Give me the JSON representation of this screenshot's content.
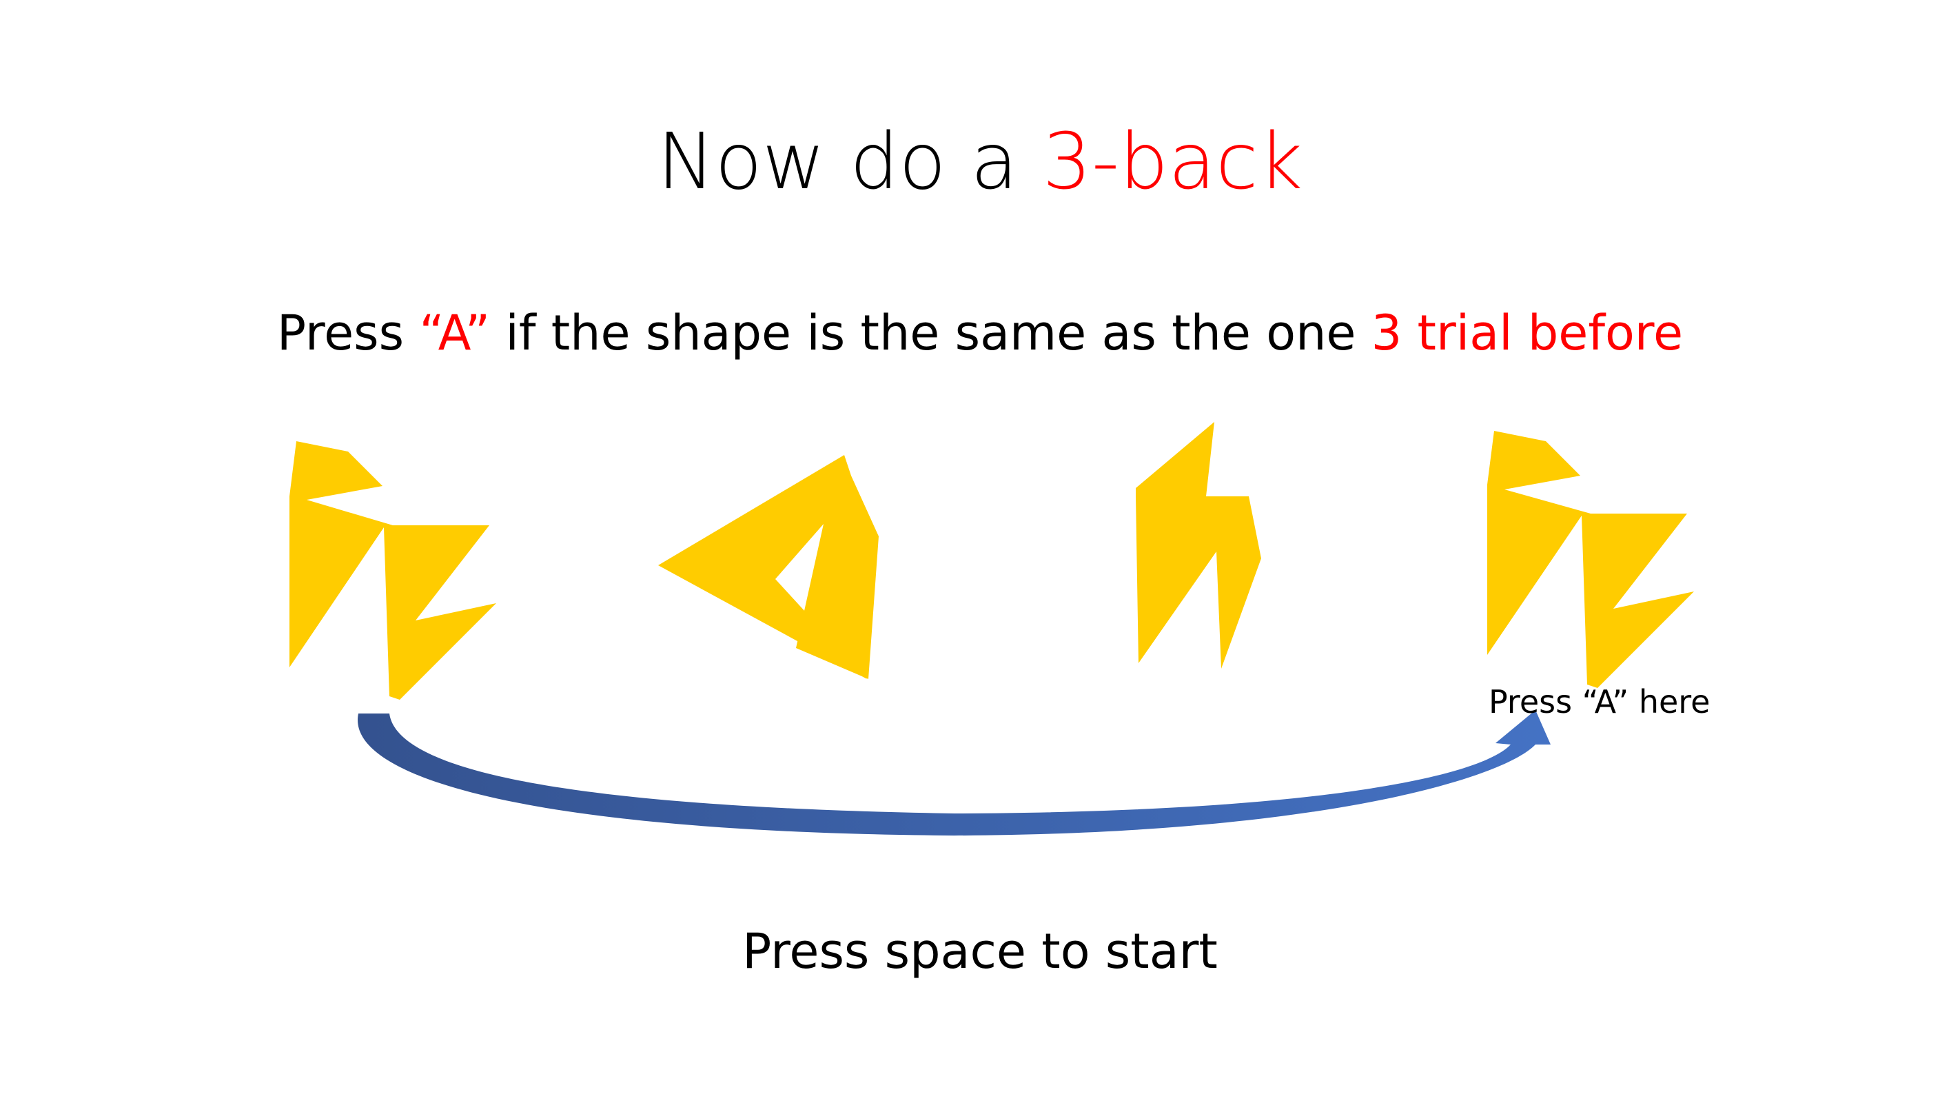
{
  "title": {
    "prefix": "Now do a ",
    "highlight": "3-back"
  },
  "instruction": {
    "part1": "Press ",
    "key": "“A”",
    "part2": " if the shape is the same as the one ",
    "highlight": "3 trial before"
  },
  "shapes": {
    "fill_color": "#FFCC00",
    "items": [
      "shape-1",
      "shape-2",
      "shape-3",
      "shape-4"
    ]
  },
  "arrow": {
    "color": "#3F64B0"
  },
  "annotation": "Press “A” here",
  "start_prompt": "Press space to start",
  "colors": {
    "accent": "#FF0000",
    "text": "#000000",
    "background": "#FFFFFF"
  }
}
